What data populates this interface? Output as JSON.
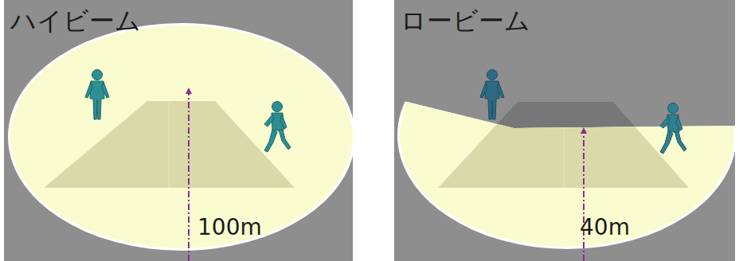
{
  "diagram": {
    "nodes": [
      {
        "text": [
          "ハイビーム",
          "100m"
        ]
      },
      {
        "text": [
          "ロービーム",
          "40m"
        ]
      }
    ]
  }
}
